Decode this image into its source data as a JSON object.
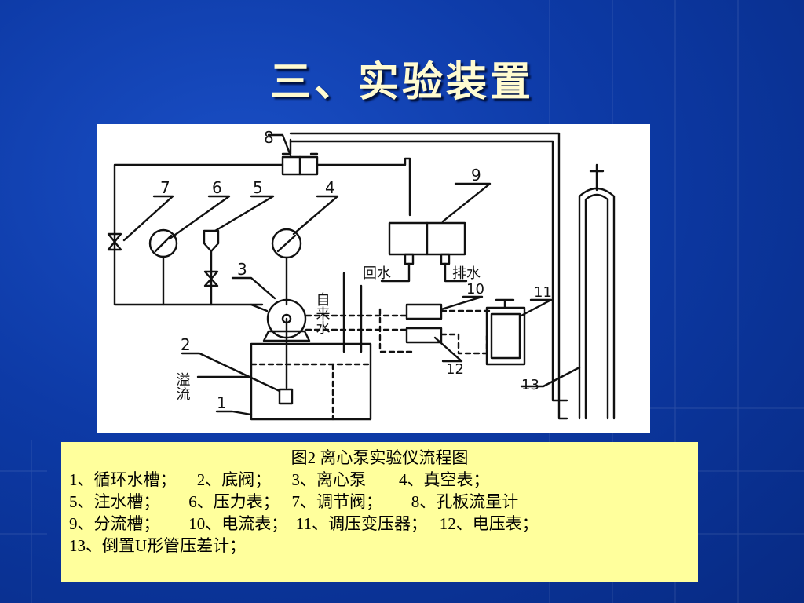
{
  "slide": {
    "title": "三、实验装置"
  },
  "diagram": {
    "labels": {
      "n1": "1",
      "n2": "2",
      "n3": "3",
      "n4": "4",
      "n5": "5",
      "n6": "6",
      "n7": "7",
      "n8": "8",
      "n9": "9",
      "n10": "10",
      "n11": "11",
      "n12": "12",
      "n13": "13",
      "overflow": "溢流",
      "tap_water": "自来水",
      "return_water": "回水",
      "drain": "排水"
    }
  },
  "caption": {
    "title": "图2   离心泵实验仪流程图",
    "line1": "1、循环水槽；     2、底阀；     3、离心泵        4、真空表；",
    "line2": "5、注水槽；       6、压力表；   7、调节阀；       8、孔板流量计",
    "line3": "9、分流槽；       10、电流表；  11、调压变压器；   12、电压表；",
    "line4": "13、倒置U形管压差计；"
  }
}
